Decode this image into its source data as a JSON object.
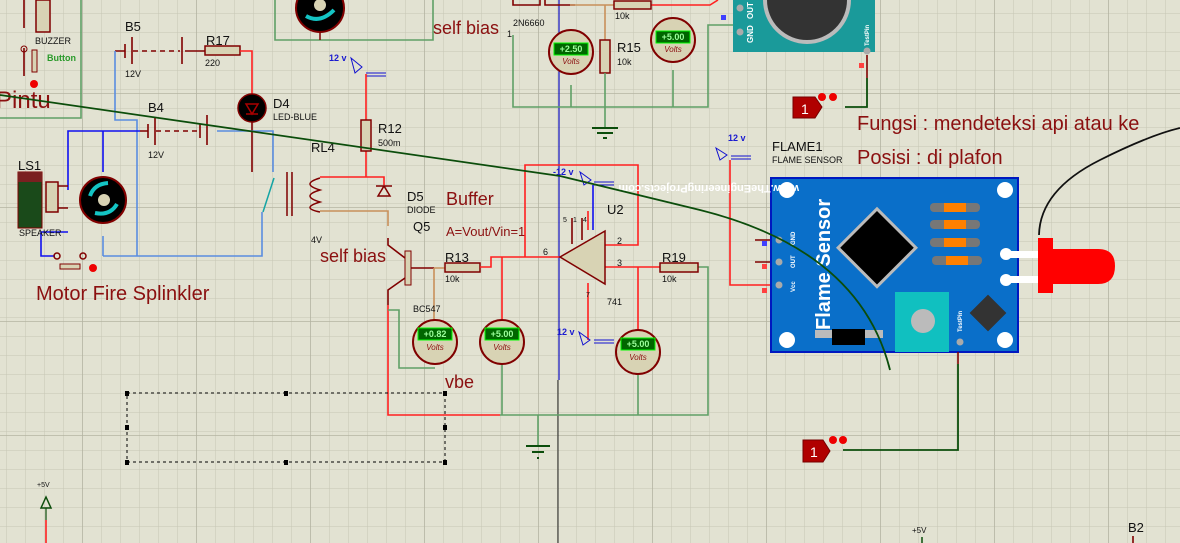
{
  "colors": {
    "background": "#e2e2d2",
    "wire_red": "#ff2020",
    "wire_blue": "#1010f0",
    "wire_green": "#5fa066",
    "component": "#800000",
    "flame_board": "#0a6fc9",
    "module_teal": "#1a9a9a",
    "led": "#ff0000"
  },
  "labels": {
    "pintu": "Pintu",
    "buzzer": "BUZZER",
    "button": "Button",
    "b5": "B5",
    "b5_val": "12V",
    "r17": "R17",
    "r17_val": "220",
    "b4": "B4",
    "b4_val": "12V",
    "d4": "D4",
    "d4_type": "LED-BLUE",
    "ls1": "LS1",
    "speaker": "SPEAKER",
    "motor_title": "Motor Fire Splinkler",
    "rl4": "RL4",
    "rl4_val": "4V",
    "r12": "R12",
    "r12_val": "500m",
    "d5": "D5",
    "d5_type": "DIODE",
    "q5": "Q5",
    "q5_type": "BC547",
    "buffer": "Buffer",
    "gain": "A=Vout/Vin=1",
    "self_bias_1": "self bias",
    "self_bias_2": "self bias",
    "r13": "R13",
    "r13_val": "10k",
    "r19": "R19",
    "r19_val": "10k",
    "u2": "U2",
    "u2_type": "741",
    "pin6": "6",
    "pin2": "2",
    "pin3": "3",
    "pin7": "7",
    "pin5": "5",
    "pin1": "1",
    "pin4": "4",
    "vbe": "vbe",
    "q_top": "2N6660",
    "q_top_pin": "1",
    "r15": "R15",
    "r15_val": "10k",
    "r_top_val": "10k",
    "flame1": "FLAME1",
    "flame_type": "FLAME SENSOR",
    "fungsi": "Fungsi : mendeteksi api atau ke",
    "posisi": "Posisi : di plafon",
    "plus5v_1": "+5V",
    "plus5v_2": "+5V",
    "b2": "B2"
  },
  "terminals": {
    "v12_a": "12 v",
    "v12_b": "12 v",
    "vneg12": "-12 v",
    "v12_c": "12 v"
  },
  "voltmeters": [
    {
      "reading": "+0.82",
      "unit": "Volts"
    },
    {
      "reading": "+5.00",
      "unit": "Volts"
    },
    {
      "reading": "+5.00",
      "unit": "Volts"
    },
    {
      "reading": "+2.50",
      "unit": "Volts"
    },
    {
      "reading": "+5.00",
      "unit": "Volts"
    }
  ],
  "logic_probes": [
    {
      "value": "1"
    },
    {
      "value": "1"
    }
  ],
  "flame_board": {
    "url": "www.TheEngineeringProjects.com",
    "title": "Flame Sensor",
    "pins": [
      "GND",
      "OUT",
      "Vcc"
    ],
    "testpin": "TestPin"
  },
  "sonar_module": {
    "pins": [
      "OUT",
      "GND"
    ],
    "testpin": "TestPin"
  }
}
